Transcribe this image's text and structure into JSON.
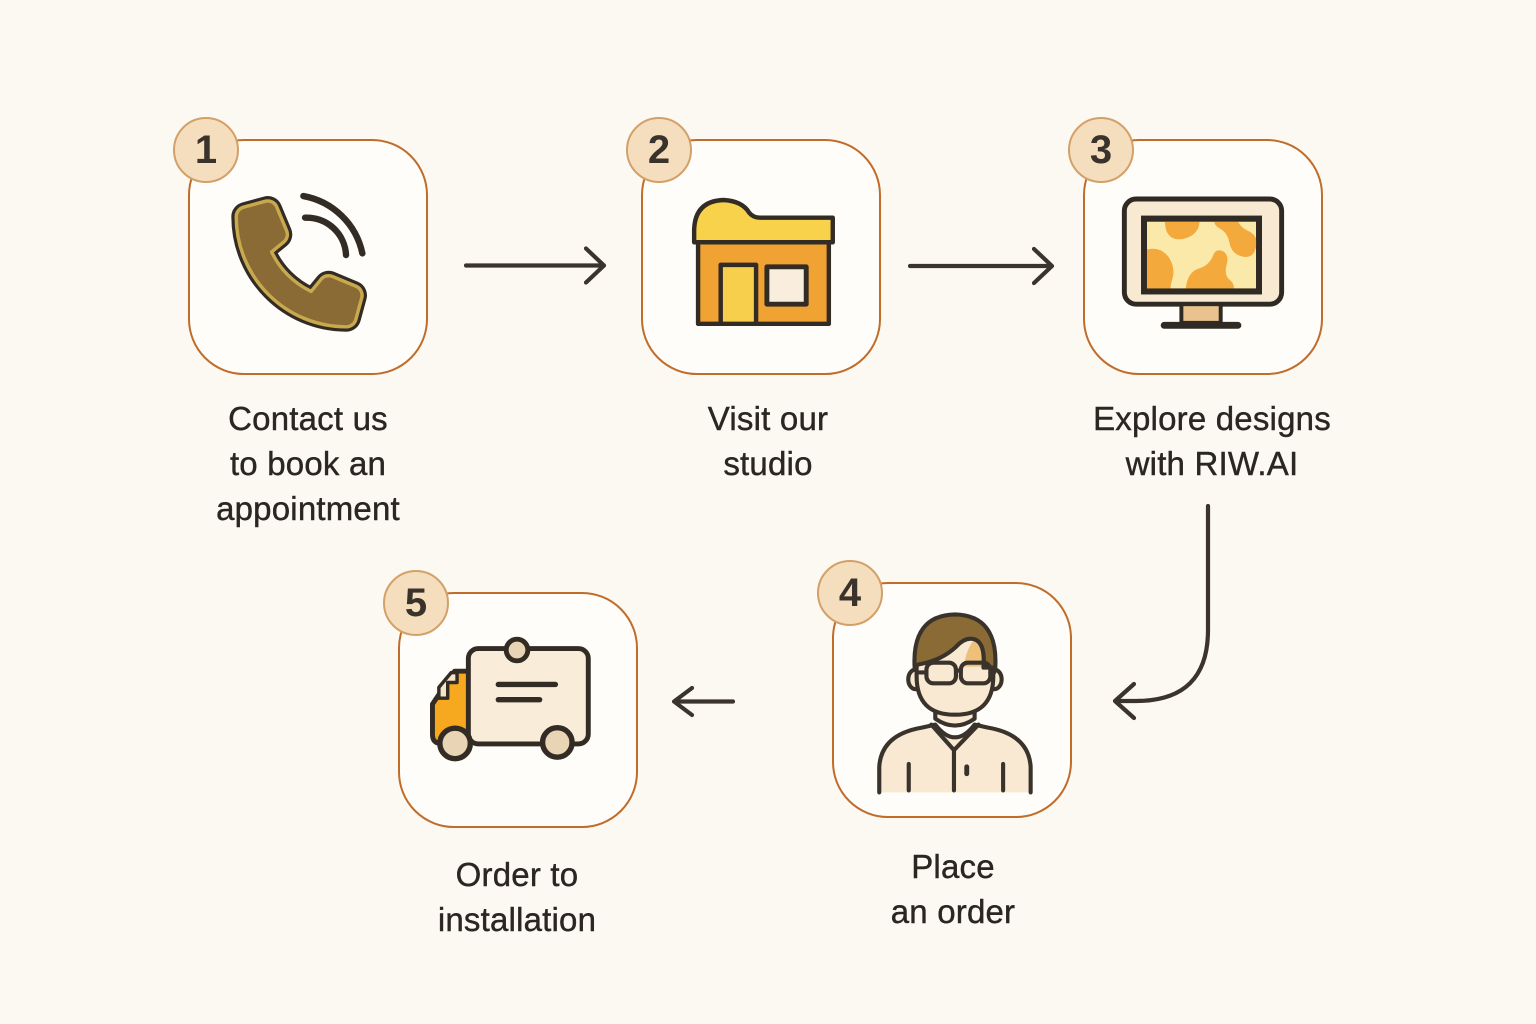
{
  "diagram_title": "",
  "palette": {
    "background": "#fcf9f3",
    "card_border": "#c06c2b",
    "badge_fill": "#f5debd",
    "badge_border": "#d3a068",
    "text": "#2b2621",
    "arrow": "#3b342c",
    "icon_outline": "#332c25",
    "phone_olive": "#8a6b35",
    "roof_yellow": "#f8d24b",
    "store_orange": "#f0a233",
    "cream": "#f9ecd8",
    "screen_yellow": "#fae9a8",
    "blob_orange": "#f4a93c",
    "wheel_tan": "#e9d5b5",
    "truck_cab_orange": "#f6a81f"
  },
  "steps": [
    {
      "number": "1",
      "icon": "phone-icon",
      "lines": [
        "Contact us",
        "to book an",
        "appointment"
      ]
    },
    {
      "number": "2",
      "icon": "store-icon",
      "lines": [
        "Visit our",
        "studio"
      ]
    },
    {
      "number": "3",
      "icon": "monitor-icon",
      "lines": [
        "Explore designs",
        "with RIW.AI"
      ]
    },
    {
      "number": "4",
      "icon": "person-icon",
      "lines": [
        "Place",
        "an order"
      ]
    },
    {
      "number": "5",
      "icon": "truck-icon",
      "lines": [
        "Order to",
        "installation"
      ]
    }
  ]
}
